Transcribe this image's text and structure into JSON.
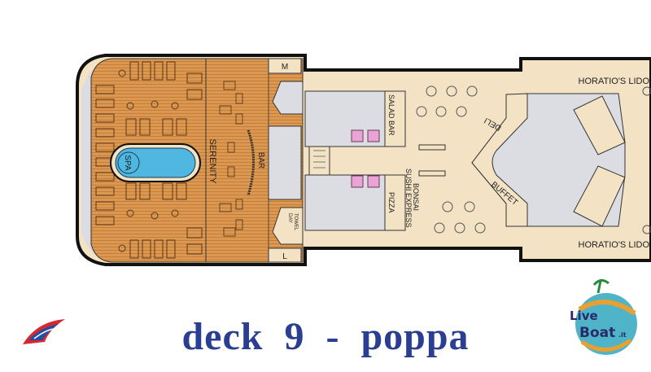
{
  "title": "deck  9  -  poppa",
  "labels": {
    "elevator_m": "M",
    "elevator_l": "L",
    "spa": "SPA",
    "serenity": "SERENITY",
    "bar": "BAR",
    "towel": "TOWEL",
    "towel2": "DAY",
    "salad_bar": "SALAD BAR",
    "pizza": "PIZZA",
    "bonsai": "BONSAI",
    "sushi_express": "SUSHI EXPRESS",
    "deli": "DELI",
    "buffet": "BUFFET",
    "lido_top": "HORATIO'S LIDO",
    "lido_bottom": "HORATIO'S LIDO"
  },
  "logos": {
    "liveboat": "LiveBoat.it"
  },
  "colors": {
    "deck_wood": "#d9924a",
    "beige": "#f3e3c4",
    "grey": "#dcdde2",
    "pool": "#4fb7e0",
    "title": "#2a3f91",
    "restroom": "#e9a3d4"
  }
}
